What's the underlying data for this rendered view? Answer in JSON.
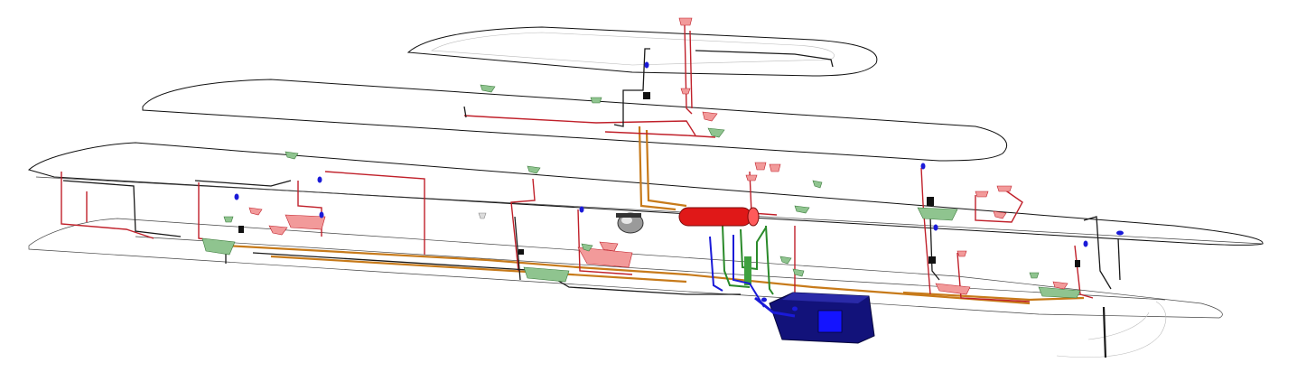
{
  "diagram": {
    "subject": "yacht-plumbing-isometric",
    "colors": {
      "red": "#c0202a",
      "pink": "#f29a9a",
      "orange": "#c77a1a",
      "green": "#2a8a2a",
      "lightgreen": "#8fc48f",
      "blue": "#1a1ad8",
      "navy": "#10106a",
      "cylinder": "#e01818"
    },
    "decks": [
      "sun-deck",
      "bridge-deck",
      "main-deck",
      "lower-deck"
    ],
    "components": [
      "hot-water-heater",
      "pressure-tank",
      "holding-tank",
      "pump-manifold",
      "sink-fixtures",
      "shower-fixtures",
      "floor-drains"
    ]
  }
}
